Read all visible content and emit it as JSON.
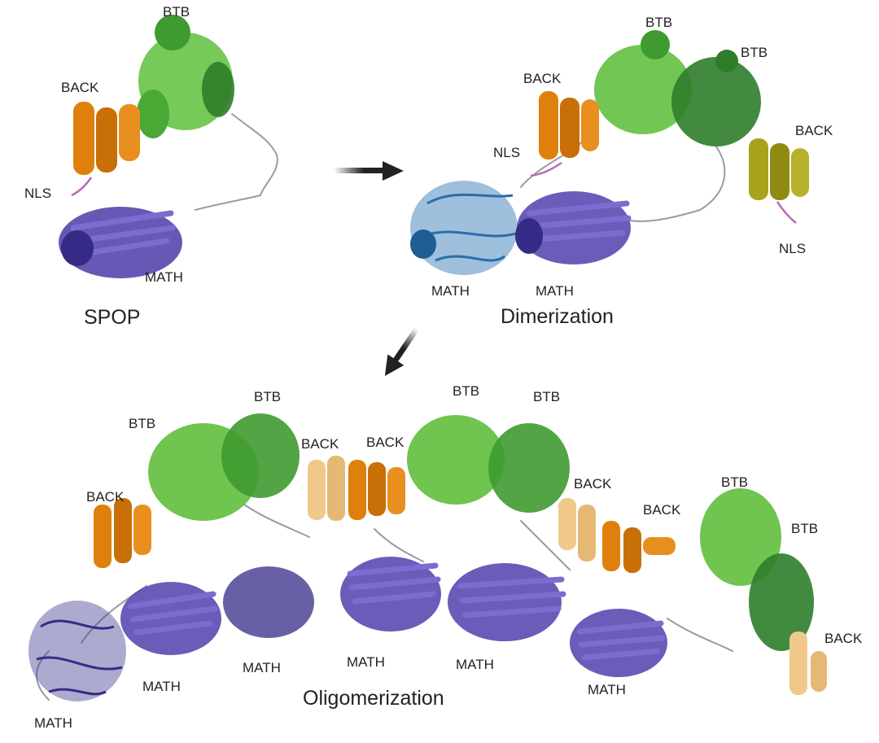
{
  "colors": {
    "btb": "#3f9a30",
    "btb_light": "#5fbf3c",
    "btb_dark": "#2e7d2a",
    "back": "#e0800c",
    "back_light": "#f0c98a",
    "back_olive": "#a8a21c",
    "math": "#5a4ab0",
    "math_light": "#7b6cd0",
    "math_dark": "#352b86",
    "math_blue": "#4f8cc0",
    "nls": "#b86bb8",
    "arrow": "#222222"
  },
  "panels": {
    "monomer": {
      "title": "SPOP",
      "labels": {
        "btb": "BTB",
        "back": "BACK",
        "nls": "NLS",
        "math": "MATH"
      }
    },
    "dimer": {
      "title": "Dimerization",
      "labels": {
        "btb_1": "BTB",
        "btb_2": "BTB",
        "back_1": "BACK",
        "back_2": "BACK",
        "nls_1": "NLS",
        "nls_2": "NLS",
        "math_1": "MATH",
        "math_2": "MATH"
      }
    },
    "oligomer": {
      "title": "Oligomerization",
      "labels": {
        "btb_1": "BTB",
        "btb_2": "BTB",
        "btb_3": "BTB",
        "btb_4": "BTB",
        "btb_5": "BTB",
        "btb_6": "BTB",
        "back_1": "BACK",
        "back_2": "BACK",
        "back_3": "BACK",
        "back_4": "BACK",
        "back_5": "BACK",
        "back_6": "BACK",
        "math_1": "MATH",
        "math_2": "MATH",
        "math_3": "MATH",
        "math_4": "MATH",
        "math_5": "MATH",
        "math_6": "MATH"
      }
    }
  }
}
